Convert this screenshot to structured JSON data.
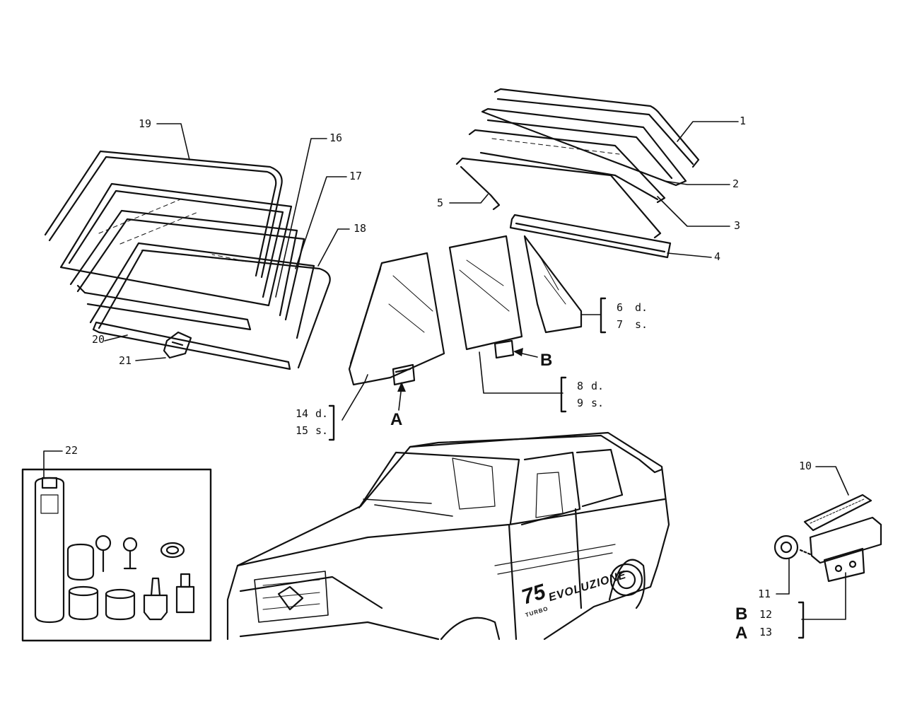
{
  "callouts": {
    "c1": "1",
    "c2": "2",
    "c3": "3",
    "c4": "4",
    "c5": "5",
    "c6": "6",
    "c7": "7",
    "c8": "8",
    "c9": "9",
    "c10": "10",
    "c11": "11",
    "c12": "12",
    "c13": "13",
    "c14": "14",
    "c15": "15",
    "c16": "16",
    "c17": "17",
    "c18": "18",
    "c19": "19",
    "c20": "20",
    "c21": "21",
    "c22": "22"
  },
  "suffixes": {
    "right": "d.",
    "left": "s."
  },
  "detail_letters": {
    "a": "A",
    "b": "B"
  },
  "car_badge": {
    "number": "75",
    "sub": "TURBO",
    "text": "EVOLUZIONE"
  },
  "colors": {
    "ink": "#111111",
    "paper": "#ffffff"
  }
}
